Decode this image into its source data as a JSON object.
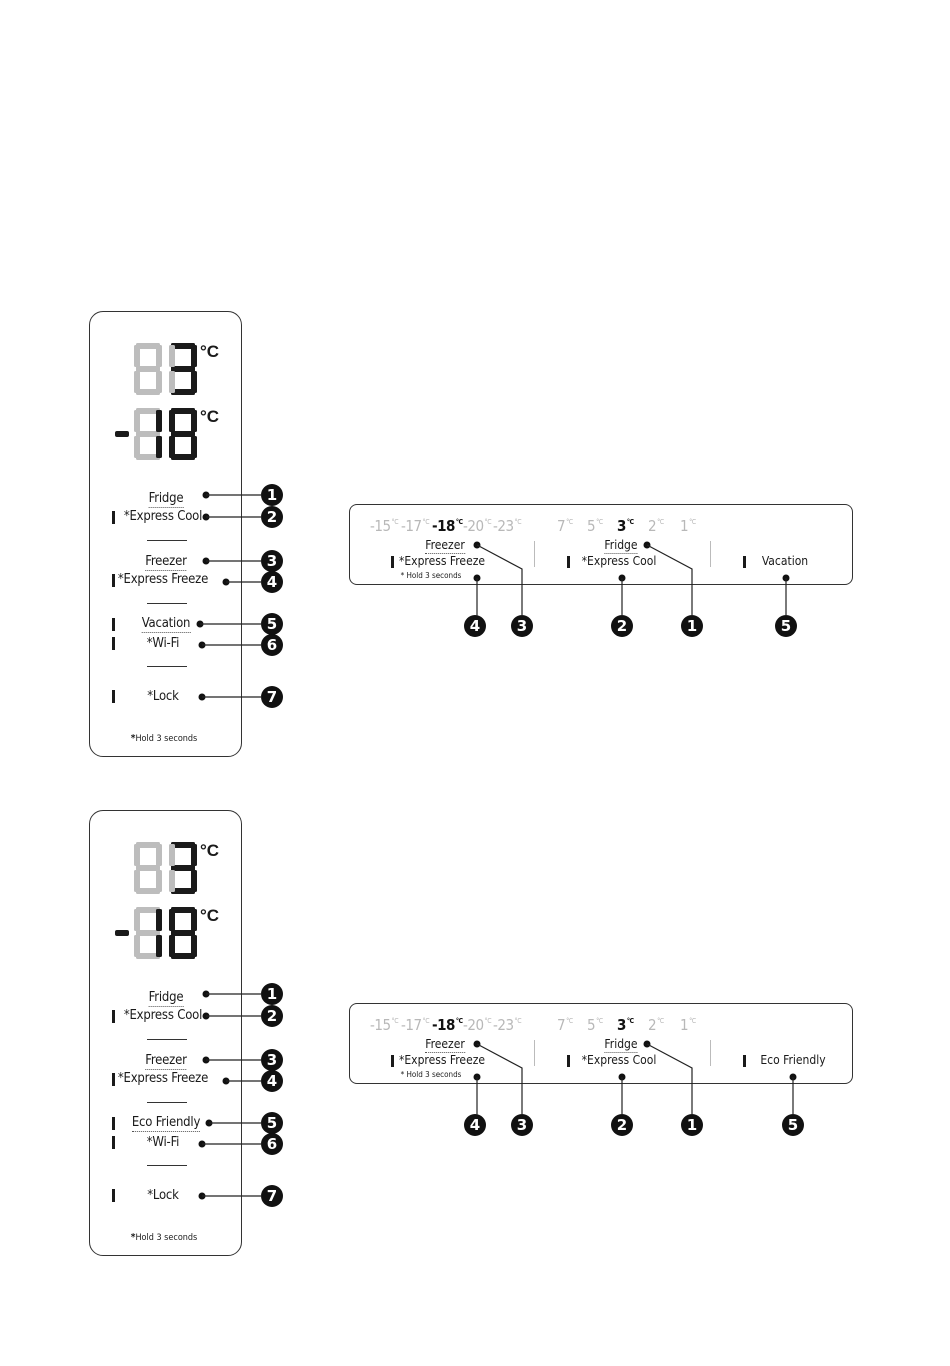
{
  "diagrams": [
    {
      "vertical_panel": {
        "fridge_display": {
          "digits": "88",
          "active_value": "3",
          "unit": "°C"
        },
        "freezer_display": {
          "sign": "-",
          "digits": "88",
          "active_value": "-18",
          "unit": "°C"
        },
        "buttons": [
          {
            "label": "Fridge",
            "callout": "1",
            "indicator": false
          },
          {
            "label": "*Express Cool",
            "callout": "2",
            "indicator": true
          },
          {
            "label": "Freezer",
            "callout": "3",
            "indicator": false
          },
          {
            "label": "*Express Freeze",
            "callout": "4",
            "indicator": true
          },
          {
            "label": "Vacation",
            "callout": "5",
            "indicator": true
          },
          {
            "label": "*Wi-Fi",
            "callout": "6",
            "indicator": true
          },
          {
            "label": "*Lock",
            "callout": "7",
            "indicator": true
          }
        ],
        "footnote": "Hold 3 seconds",
        "footnote_mark": "*"
      },
      "horizontal_panel": {
        "freezer_scale": [
          {
            "value": "-15",
            "unit": "°C",
            "active": false
          },
          {
            "value": "-17",
            "unit": "°C",
            "active": false
          },
          {
            "value": "-18",
            "unit": "°C",
            "active": true
          },
          {
            "value": "-20",
            "unit": "°C",
            "active": false
          },
          {
            "value": "-23",
            "unit": "°C",
            "active": false
          }
        ],
        "fridge_scale": [
          {
            "value": "7",
            "unit": "°C",
            "active": false
          },
          {
            "value": "5",
            "unit": "°C",
            "active": false
          },
          {
            "value": "3",
            "unit": "°C",
            "active": true
          },
          {
            "value": "2",
            "unit": "°C",
            "active": false
          },
          {
            "value": "1",
            "unit": "°C",
            "active": false
          }
        ],
        "freezer_label": "Freezer",
        "express_freeze_label": "*Express Freeze",
        "hold_note": "* Hold 3 seconds",
        "fridge_label": "Fridge",
        "express_cool_label": "*Express Cool",
        "mode_label": "Vacation",
        "callouts": [
          "4",
          "3",
          "2",
          "1",
          "5"
        ]
      }
    },
    {
      "vertical_panel": {
        "fridge_display": {
          "digits": "88",
          "active_value": "3",
          "unit": "°C"
        },
        "freezer_display": {
          "sign": "-",
          "digits": "88",
          "active_value": "-18",
          "unit": "°C"
        },
        "buttons": [
          {
            "label": "Fridge",
            "callout": "1",
            "indicator": false
          },
          {
            "label": "*Express Cool",
            "callout": "2",
            "indicator": true
          },
          {
            "label": "Freezer",
            "callout": "3",
            "indicator": false
          },
          {
            "label": "*Express Freeze",
            "callout": "4",
            "indicator": true
          },
          {
            "label": "Eco Friendly",
            "callout": "5",
            "indicator": true
          },
          {
            "label": "*Wi-Fi",
            "callout": "6",
            "indicator": true
          },
          {
            "label": "*Lock",
            "callout": "7",
            "indicator": true
          }
        ],
        "footnote": "Hold 3 seconds",
        "footnote_mark": "*"
      },
      "horizontal_panel": {
        "freezer_scale": [
          {
            "value": "-15",
            "unit": "°C",
            "active": false
          },
          {
            "value": "-17",
            "unit": "°C",
            "active": false
          },
          {
            "value": "-18",
            "unit": "°C",
            "active": true
          },
          {
            "value": "-20",
            "unit": "°C",
            "active": false
          },
          {
            "value": "-23",
            "unit": "°C",
            "active": false
          }
        ],
        "fridge_scale": [
          {
            "value": "7",
            "unit": "°C",
            "active": false
          },
          {
            "value": "5",
            "unit": "°C",
            "active": false
          },
          {
            "value": "3",
            "unit": "°C",
            "active": true
          },
          {
            "value": "2",
            "unit": "°C",
            "active": false
          },
          {
            "value": "1",
            "unit": "°C",
            "active": false
          }
        ],
        "freezer_label": "Freezer",
        "express_freeze_label": "*Express Freeze",
        "hold_note": "* Hold 3 seconds",
        "fridge_label": "Fridge",
        "express_cool_label": "*Express Cool",
        "mode_label": "Eco Friendly",
        "callouts": [
          "4",
          "3",
          "2",
          "1",
          "5"
        ]
      }
    }
  ],
  "colors": {
    "active_segment": "#1a1a1a",
    "inactive_segment": "#bdbdbd",
    "inactive_scale": "#b8b8b8",
    "callout_fill": "#111111"
  }
}
